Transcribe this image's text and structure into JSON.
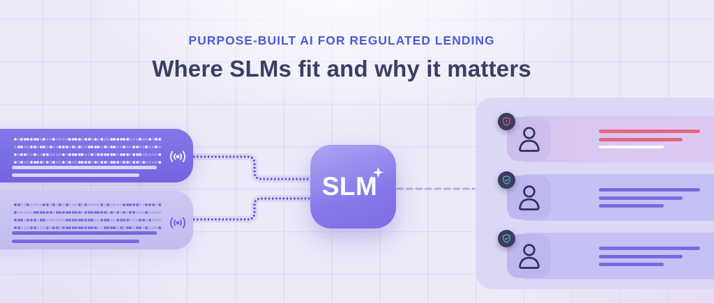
{
  "header": {
    "eyebrow": "PURPOSE-BUILT AI FOR REGULATED LENDING",
    "title": "Where SLMs fit and why it matters"
  },
  "diagram": {
    "inputs": [
      {
        "name": "input-stream-active",
        "variant": "solid",
        "icon": "signal-icon"
      },
      {
        "name": "input-stream-idle",
        "variant": "soft",
        "icon": "signal-icon"
      }
    ],
    "model": {
      "label": "SLM",
      "icon": "sparkle-icon"
    },
    "outputs": {
      "cards": [
        {
          "status": "flagged",
          "badge_icon": "shield-alert-icon",
          "badge_color": "#E4677E",
          "row_bg": "linear-gradient(90deg,#D7C6F0,#DDC9F4)",
          "tile_bg": "#CDBEEE",
          "line_colors": [
            "#E4677E",
            "#E4677E",
            "#FBFAFE"
          ]
        },
        {
          "status": "verified",
          "badge_icon": "shield-check-icon",
          "badge_color": "#43D6C5",
          "row_bg": "#C6C1F4",
          "tile_bg": "#BEB7EF",
          "line_colors": [
            "#7A6AE1",
            "#7A6AE1",
            "#7A6AE1"
          ]
        },
        {
          "status": "verified",
          "badge_icon": "shield-check-icon",
          "badge_color": "#43D6C5",
          "row_bg": "#C6C1F4",
          "tile_bg": "#BEB7EF",
          "line_colors": [
            "#7A6AE1",
            "#7A6AE1",
            "#7A6AE1"
          ]
        }
      ]
    }
  },
  "colors": {
    "eyebrow_text": "#4C5AD8",
    "title_text": "#3A3F64",
    "accent_purple": "#7A6EE6",
    "soft_purple": "#C8C3F2",
    "wire_dot": "#584DD0",
    "wire_track": "#DCD8F4",
    "dash_line": "#B5AEE6",
    "panel_bg": "#DBD8F6",
    "badge_bg": "#3D3B61",
    "person_icon": "#322F5B"
  }
}
